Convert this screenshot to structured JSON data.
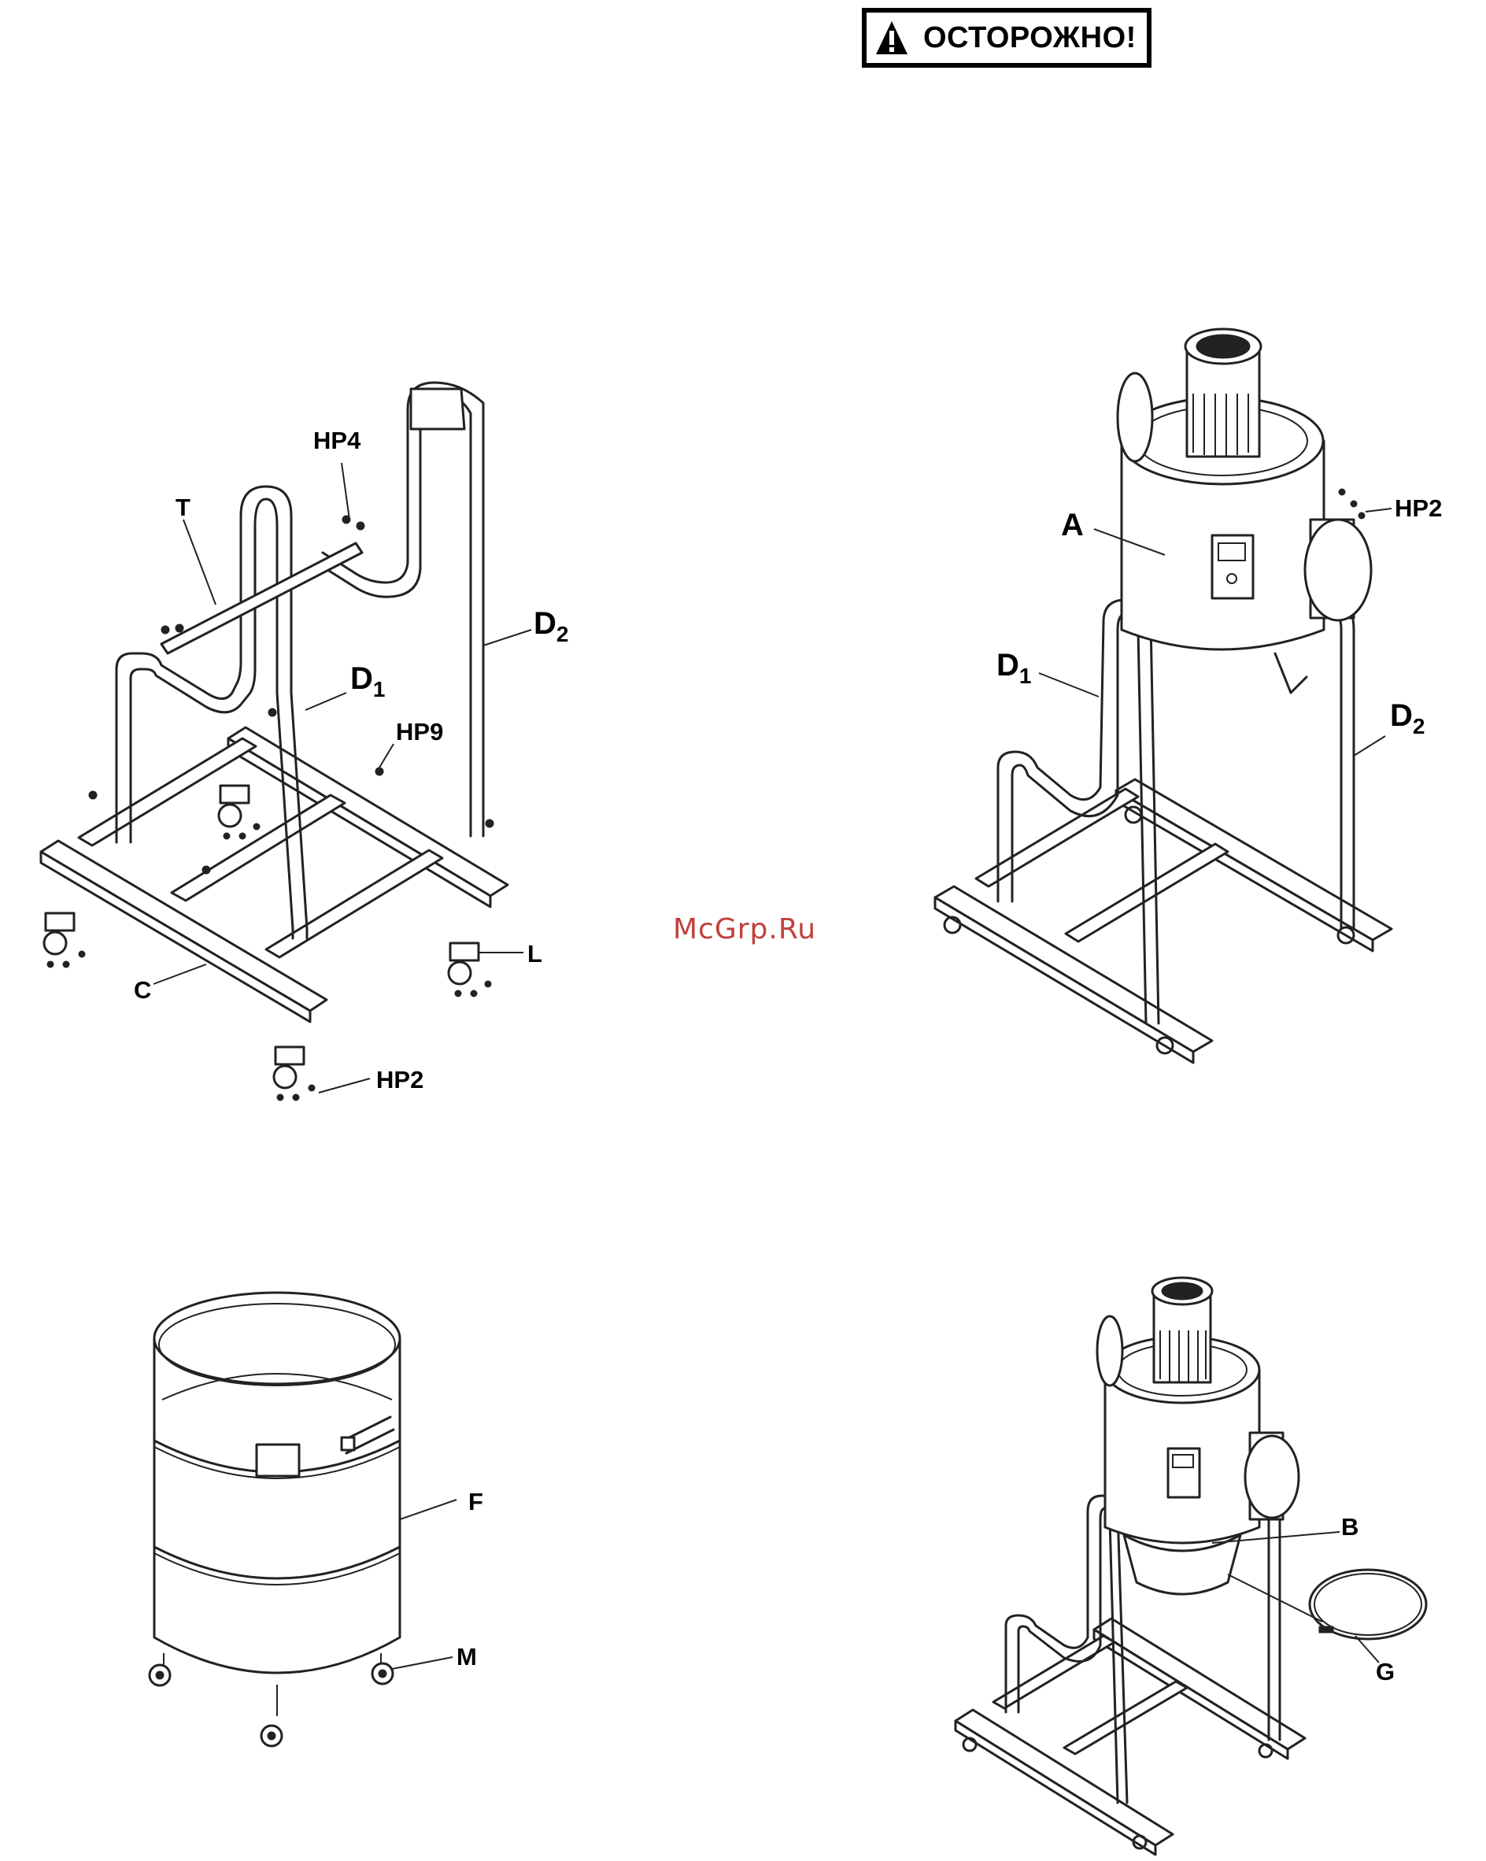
{
  "warning": {
    "label": "ОСТОРОЖНО!",
    "icon": "warning-triangle-icon"
  },
  "watermark": "McGrp.Ru",
  "figure1": {
    "labels": {
      "T": "T",
      "HP4": "HP4",
      "D2": "D",
      "D2_sub": "2",
      "D1": "D",
      "D1_sub": "1",
      "HP9": "HP9",
      "L": "L",
      "C": "C",
      "HP2": "HP2"
    }
  },
  "figure2": {
    "labels": {
      "A": "A",
      "HP2": "HP2",
      "D1": "D",
      "D1_sub": "1",
      "D2": "D",
      "D2_sub": "2"
    }
  },
  "figure3": {
    "labels": {
      "F": "F",
      "M": "M"
    }
  },
  "figure4": {
    "labels": {
      "B": "B",
      "G": "G"
    }
  },
  "colors": {
    "line": "#222222",
    "watermark": "#c0403c"
  }
}
